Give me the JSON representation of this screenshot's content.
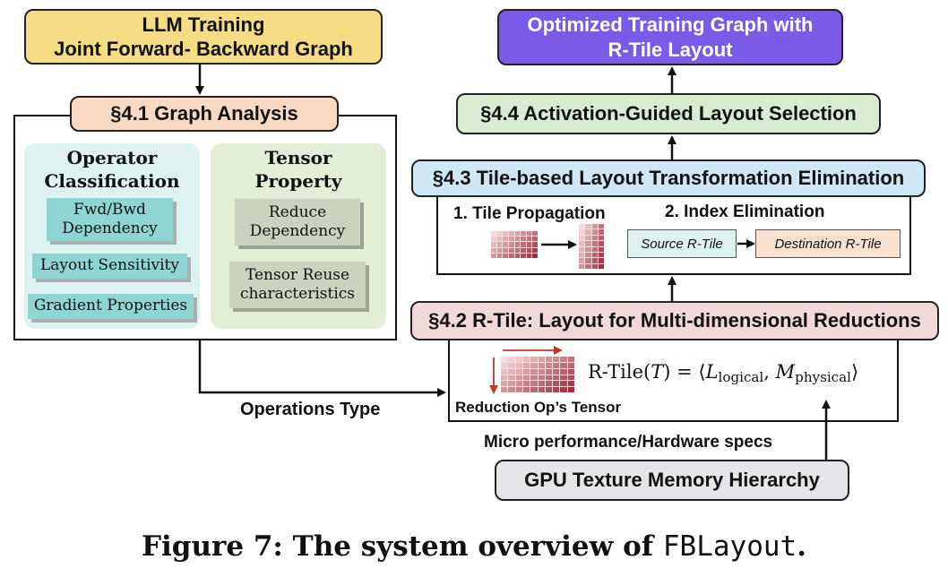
{
  "boxes": {
    "llm_training": {
      "line1": "LLM Training",
      "line2": "Joint Forward- Backward Graph"
    },
    "graph_analysis": "§4.1 Graph Analysis",
    "operator_classification": {
      "title_line1": "Operator",
      "title_line2": "Classification",
      "items": [
        "Fwd/Bwd Dependency",
        "Layout Sensitivity",
        "Gradient Properties"
      ]
    },
    "tensor_property": {
      "title_line1": "Tensor",
      "title_line2": "Property",
      "items": [
        "Reduce Dependency",
        "Tensor Reuse characteristics"
      ]
    },
    "optimized_graph": {
      "line1": "Optimized Training Graph with",
      "line2": "R-Tile Layout"
    },
    "layout_selection": "§4.4 Activation-Guided Layout Selection",
    "transformation_elimination": "§4.3 Tile-based Layout Transformation Elimination",
    "tile_propagation": "1. Tile Propagation",
    "index_elimination": "2. Index Elimination",
    "source_rtile": "Source R-Tile",
    "destination_rtile": "Destination R-Tile",
    "rtile_layout": "§4.2 R-Tile: Layout for Multi-dimensional Reductions",
    "formula": {
      "lhs": "R-Tile(",
      "var": "T",
      "eq": ") = ⟨",
      "l": "L",
      "l_sub": "logical",
      "sep": ", ",
      "m": "M",
      "m_sub": "physical",
      "end": "⟩"
    },
    "reduction_tensor": "Reduction Op’s Tensor",
    "gpu_memory": "GPU Texture Memory Hierarchy"
  },
  "labels": {
    "operations_type": "Operations Type",
    "micro_performance": "Micro performance/Hardware specs"
  },
  "caption": {
    "prefix": "Figure 7: The system overview of ",
    "system": "FBLayout",
    "suffix": "."
  },
  "colors": {
    "yellow": "#f7dc86",
    "peach": "#f9d9c2",
    "purple": "#7a5be8",
    "green": "#d9ecd3",
    "blue": "#cfe8f6",
    "pink": "#f1d9da",
    "gray": "#e4e6ea",
    "teal_panel": "#def2f2",
    "green_panel": "#e3eed7",
    "tile": "#c97b82"
  }
}
